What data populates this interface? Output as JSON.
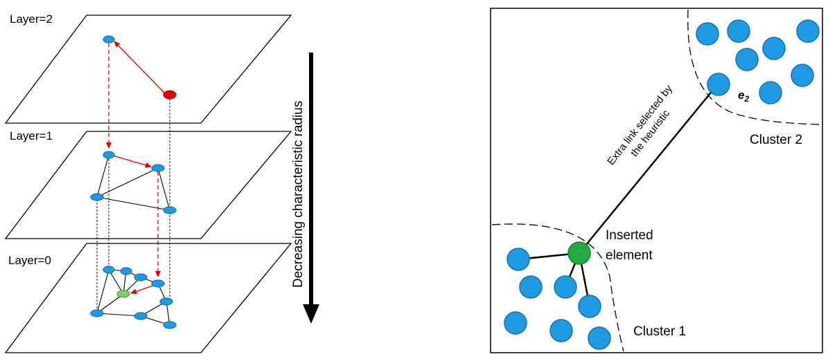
{
  "left_panel": {
    "layers": [
      {
        "label": "Layer=2"
      },
      {
        "label": "Layer=1"
      },
      {
        "label": "Layer=0"
      }
    ],
    "arrow_label": "Decreasing characteristic radius"
  },
  "right_panel": {
    "inserted_label_line1": "Inserted",
    "inserted_label_line2": "element",
    "link_label_line1": "Extra link selected by",
    "link_label_line2": "the heuristic",
    "cluster1_label": "Cluster 1",
    "cluster2_label": "Cluster 2",
    "e2_label_base": "e",
    "e2_label_sub": "2"
  },
  "colors": {
    "node_blue": "#1e9be3",
    "entry_node_red": "#e00000",
    "inserted_node_green": "#22aa44",
    "search_path_red": "#e00000"
  }
}
